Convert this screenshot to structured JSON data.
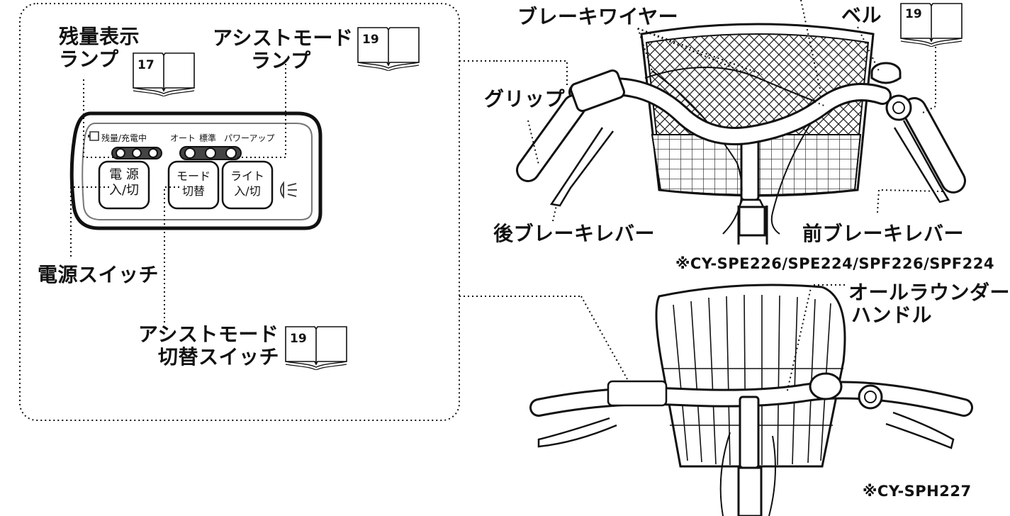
{
  "labels": {
    "remaining_lamp": [
      "残量表示",
      "ランプ"
    ],
    "assist_lamp": [
      "アシストモード",
      "ランプ"
    ],
    "power_switch": "電源スイッチ",
    "assist_switch": [
      "アシストモード",
      "切替スイッチ"
    ],
    "brake_wire": "ブレーキワイヤー",
    "bell": "ベル",
    "grip": "グリップ",
    "rear_lever": "後ブレーキレバー",
    "front_lever": "前ブレーキレバー",
    "model_top": "※CY-SPE226/SPE224/SPF226/SPF224",
    "allrounder": [
      "オールラウンダー",
      "ハンドル"
    ],
    "model_bottom": "※CY-SPH227"
  },
  "page_refs": {
    "remaining_lamp": "17",
    "assist_lamp": "19",
    "assist_switch": "19",
    "bell": "19"
  },
  "panel": {
    "remaining": "残量/充電中",
    "auto": "オート",
    "standard": "標準",
    "powerup": "パワーアップ",
    "btn_power": [
      "電 源",
      "入/切"
    ],
    "btn_mode": [
      "モード",
      "切替"
    ],
    "btn_light": [
      "ライト",
      "入/切"
    ]
  }
}
